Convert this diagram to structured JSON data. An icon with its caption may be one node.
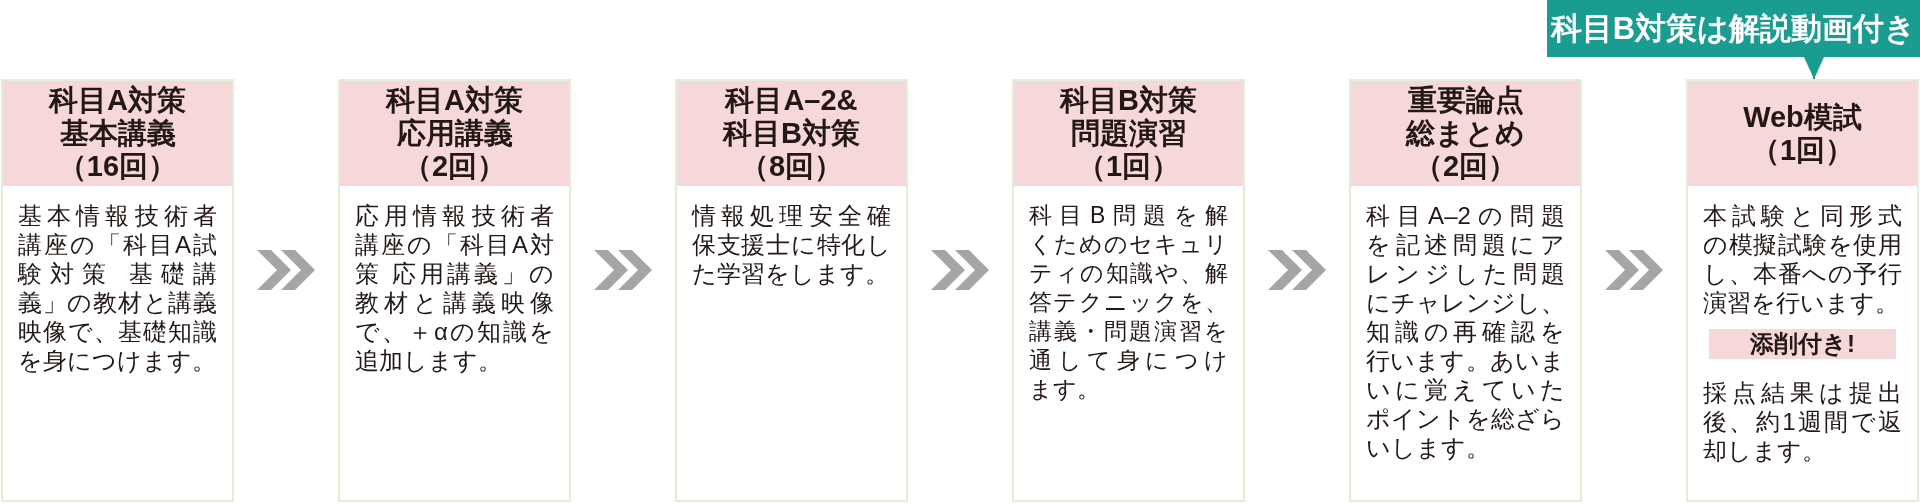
{
  "diagram": {
    "nodes": [
      {
        "text": [
          "科目B対策は解説動画付き"
        ]
      },
      {
        "text": [
          "科目A対策基本講義（16回）",
          "基本情報技術者講座の「科目A試験対策 基礎講義」の教材と講義映像で、基礎知識を身につけます。"
        ]
      },
      {
        "text": [
          "科目A対策応用講義（2回）",
          "応用情報技術者講座の「科目A対策 応用講義」の教材と講義映像で、＋αの知識を追加します。"
        ]
      },
      {
        "text": [
          "科目A–2&科目B対策（8回）",
          "情報処理安全確保支援士に特化した学習をします。"
        ]
      },
      {
        "text": [
          "科目B対策問題演習（1回）",
          "科目B問題を解くためのセキュリティの知識や、解答テクニックを、講義・問題演習を通して身につけます。"
        ]
      },
      {
        "text": [
          "重要論点総まとめ（2回）",
          "科目A–2の問題を記述問題にアレンジした問題にチャレンジし、知識の再確認を行います。あいまいに覚えていたポイントを総ざらいします。"
        ]
      },
      {
        "text": [
          "Web模試（1回）",
          "本試験と同形式の模擬試験を使用し、本番への予行演習を行います。",
          "採点結果は提出後、約1週間で返却します。"
        ]
      },
      {
        "text": [
          "添削付き!"
        ],
        "in": 6
      }
    ],
    "edges": [
      {
        "from": 1,
        "to": 2,
        "arrow": "to"
      },
      {
        "from": 2,
        "to": 3,
        "arrow": "to"
      },
      {
        "from": 3,
        "to": 4,
        "arrow": "to"
      },
      {
        "from": 4,
        "to": 5,
        "arrow": "to"
      },
      {
        "from": 5,
        "to": 6,
        "arrow": "to"
      },
      {
        "from": 0,
        "to": 6,
        "arrow": "to",
        "color": "#1a9c90"
      }
    ]
  }
}
